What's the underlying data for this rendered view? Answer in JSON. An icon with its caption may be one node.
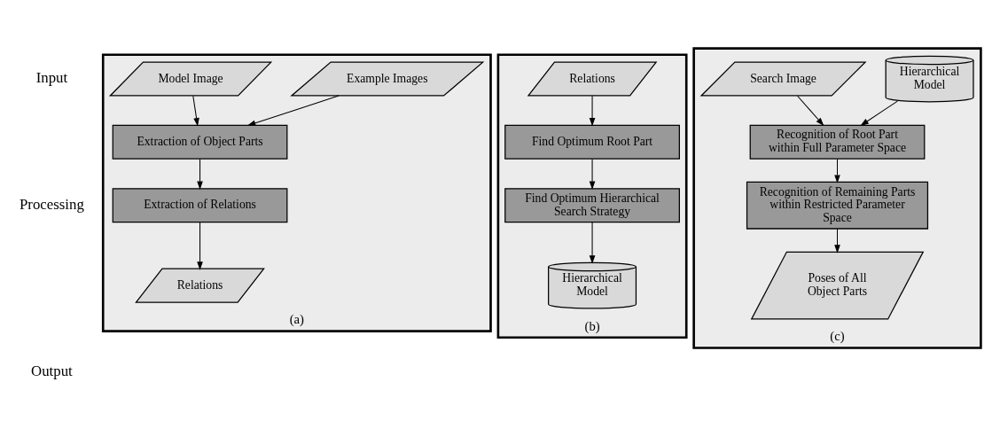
{
  "diagram": {
    "nodes": [
      {
        "text": [
          "(a)"
        ]
      },
      {
        "text": [
          "Model Image"
        ],
        "in": 0
      },
      {
        "text": [
          "Example Images"
        ],
        "in": 0
      },
      {
        "text": [
          "Extraction of Object Parts"
        ],
        "in": 0
      },
      {
        "text": [
          "Extraction of Relations"
        ],
        "in": 0
      },
      {
        "text": [
          "Relations"
        ],
        "in": 0
      },
      {
        "text": [
          "(b)"
        ]
      },
      {
        "text": [
          "Relations"
        ],
        "in": 6
      },
      {
        "text": [
          "Find Optimum Root Part"
        ],
        "in": 6
      },
      {
        "text": [
          "Find Optimum Hierarchical Search Strategy"
        ],
        "in": 6
      },
      {
        "text": [
          "Hierarchical Model"
        ],
        "in": 6
      },
      {
        "text": [
          "(c)"
        ]
      },
      {
        "text": [
          "Search Image"
        ],
        "in": 11
      },
      {
        "text": [
          "Hierarchical Model"
        ],
        "in": 11
      },
      {
        "text": [
          "Recognition of Root Part within Full Parameter Space"
        ],
        "in": 11
      },
      {
        "text": [
          "Recognition of Remaining Parts within Restricted Parameter Space"
        ],
        "in": 11
      },
      {
        "text": [
          "Poses of All Object Parts"
        ],
        "in": 11
      }
    ],
    "edges": [
      {
        "from": 1,
        "to": 3,
        "arrow": "to"
      },
      {
        "from": 2,
        "to": 3,
        "arrow": "to"
      },
      {
        "from": 3,
        "to": 4,
        "arrow": "to"
      },
      {
        "from": 4,
        "to": 5,
        "arrow": "to"
      },
      {
        "from": 7,
        "to": 8,
        "arrow": "to"
      },
      {
        "from": 8,
        "to": 9,
        "arrow": "to"
      },
      {
        "from": 9,
        "to": 10,
        "arrow": "to"
      },
      {
        "from": 12,
        "to": 14,
        "arrow": "to"
      },
      {
        "from": 13,
        "to": 14,
        "arrow": "to"
      },
      {
        "from": 14,
        "to": 15,
        "arrow": "to"
      },
      {
        "from": 15,
        "to": 16,
        "arrow": "to"
      }
    ],
    "labels": [
      "Input",
      "Processing",
      "Output"
    ]
  }
}
